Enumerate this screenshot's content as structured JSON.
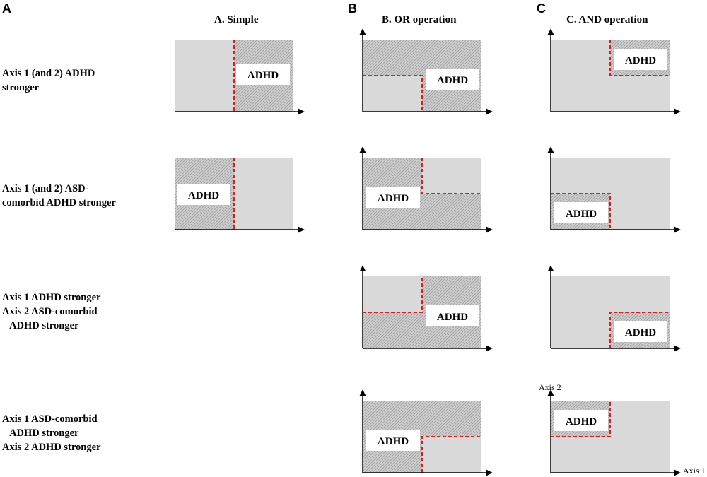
{
  "panels": {
    "a": "A",
    "b": "B",
    "c": "C"
  },
  "columns": {
    "simple": "A. Simple",
    "or": "B. OR operation",
    "and": "C. AND operation"
  },
  "rows": [
    {
      "label": "Axis 1 (and 2) ADHD\nstronger"
    },
    {
      "label": "Axis 1 (and 2) ASD-\ncomorbid ADHD stronger"
    },
    {
      "label": "Axis 1 ADHD stronger\nAxis 2 ASD-comorbid\n   ADHD stronger"
    },
    {
      "label": "Axis 1 ASD-comorbid\n   ADHD stronger\nAxis 2 ADHD stronger"
    }
  ],
  "region_label": "ADHD",
  "axes": {
    "y": "Axis 2",
    "x": "Axis 1"
  },
  "colors": {
    "light": "#d9d9d9",
    "hatch": "#bdbdbd",
    "boundary": "#e01b1b"
  },
  "diagrams": [
    {
      "column": "simple",
      "row": 0,
      "hatched": "right"
    },
    {
      "column": "simple",
      "row": 1,
      "hatched": "left"
    },
    {
      "column": "or",
      "row": 0,
      "hatched": "upper-right"
    },
    {
      "column": "or",
      "row": 1,
      "hatched": "lower-left"
    },
    {
      "column": "or",
      "row": 2,
      "hatched": "lower-right"
    },
    {
      "column": "or",
      "row": 3,
      "hatched": "upper-left"
    },
    {
      "column": "and",
      "row": 0,
      "hatched": "upper-right"
    },
    {
      "column": "and",
      "row": 1,
      "hatched": "lower-left"
    },
    {
      "column": "and",
      "row": 2,
      "hatched": "lower-right"
    },
    {
      "column": "and",
      "row": 3,
      "hatched": "upper-left"
    }
  ]
}
